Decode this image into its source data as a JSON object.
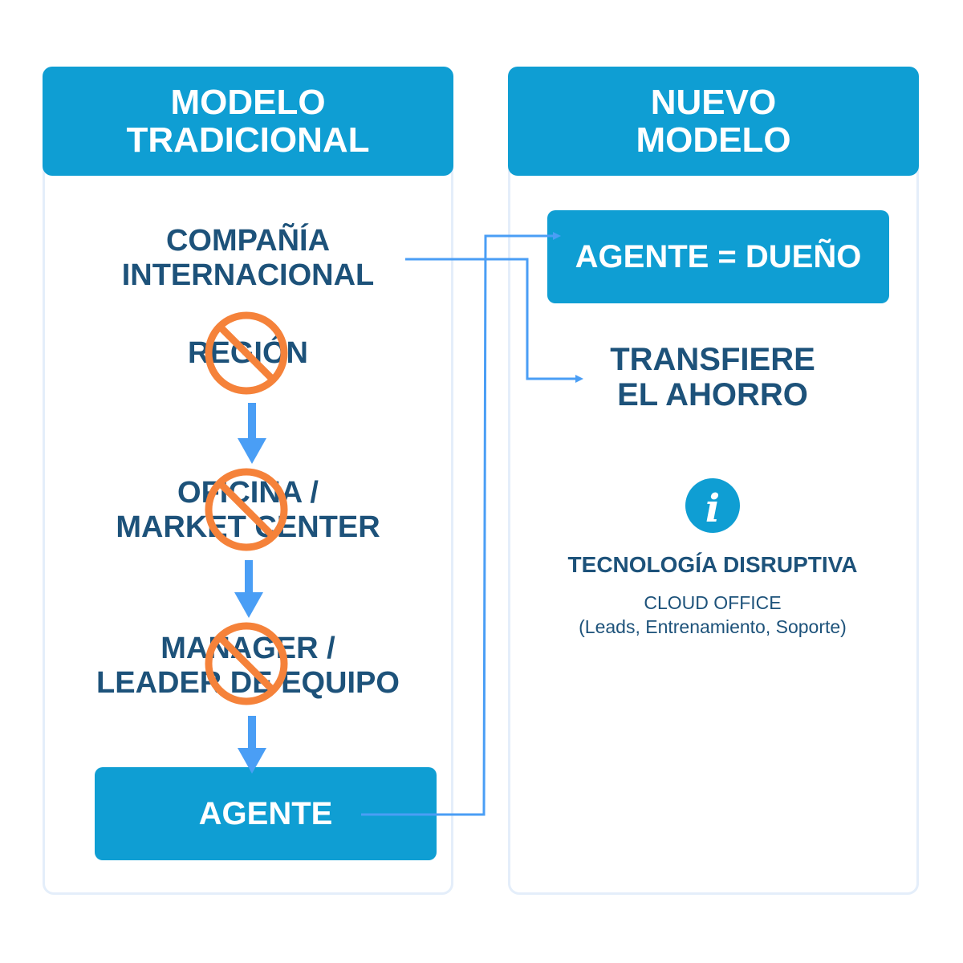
{
  "left_panel": {
    "title": "MODELO\nTRADICIONAL",
    "nodes": {
      "company": "COMPAÑÍA\nINTERNACIONAL",
      "region": "REGIÓN",
      "office": "OFICINA /\nMARKET CENTER",
      "manager": "MANAGER /\nLEADER DE EQUIPO",
      "agent": "AGENTE"
    }
  },
  "right_panel": {
    "title": "NUEVO\nMODELO",
    "owner_box": "AGENTE = DUEÑO",
    "transfer": "TRANSFIERE\nEL AHORRO",
    "info_icon": "i",
    "tech_title": "TECNOLOGÍA DISRUPTIVA",
    "tech_line1": "CLOUD OFFICE",
    "tech_line2": "(Leads, Entrenamiento, Soporte)"
  },
  "colors": {
    "header_blue": "#0f9ed3",
    "text_navy": "#1d527a",
    "arrow_blue": "#4a9ef5",
    "prohibited_orange": "#f5823a",
    "panel_border": "#e4eefa"
  }
}
